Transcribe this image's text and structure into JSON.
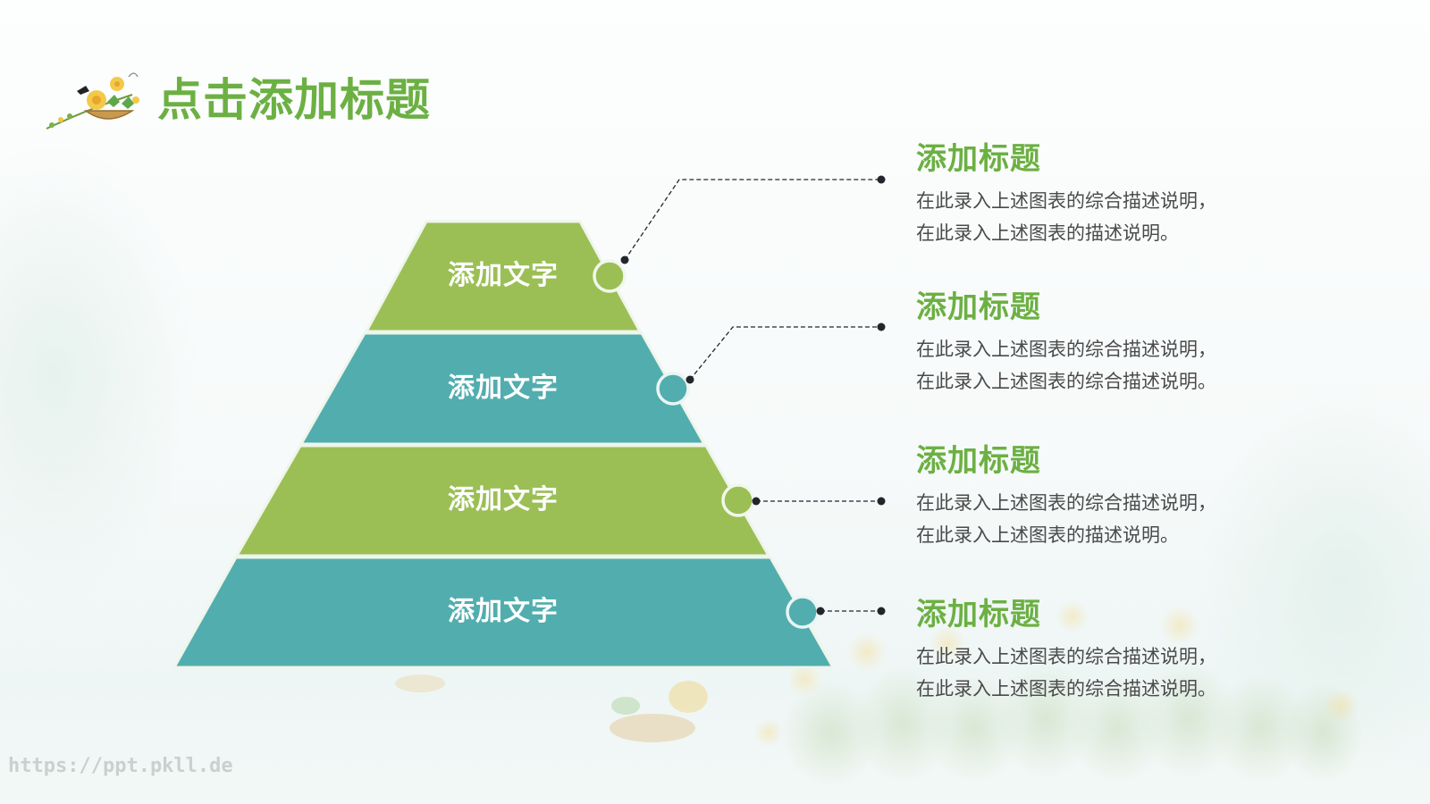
{
  "slide": {
    "title": "点击添加标题",
    "title_icon": "flower-basket-icon",
    "colors": {
      "green": "#9bbf55",
      "teal": "#52adae",
      "title_green": "#6cb043",
      "body_text": "#4a4a4a",
      "connector": "#22262a"
    }
  },
  "pyramid": {
    "tiers": [
      {
        "label": "添加文字",
        "color": "#9bbf55"
      },
      {
        "label": "添加文字",
        "color": "#52adae"
      },
      {
        "label": "添加文字",
        "color": "#9bbf55"
      },
      {
        "label": "添加文字",
        "color": "#52adae"
      }
    ]
  },
  "descriptions": [
    {
      "title": "添加标题",
      "lines": [
        "在此录入上述图表的综合描述说明，",
        "在此录入上述图表的描述说明。"
      ]
    },
    {
      "title": "添加标题",
      "lines": [
        "在此录入上述图表的综合描述说明，",
        "在此录入上述图表的综合描述说明。"
      ]
    },
    {
      "title": "添加标题",
      "lines": [
        "在此录入上述图表的综合描述说明，",
        "在此录入上述图表的描述说明。"
      ]
    },
    {
      "title": "添加标题",
      "lines": [
        "在此录入上述图表的综合描述说明，",
        "在此录入上述图表的综合描述说明。"
      ]
    }
  ],
  "watermark": "https://ppt.pkll.de"
}
